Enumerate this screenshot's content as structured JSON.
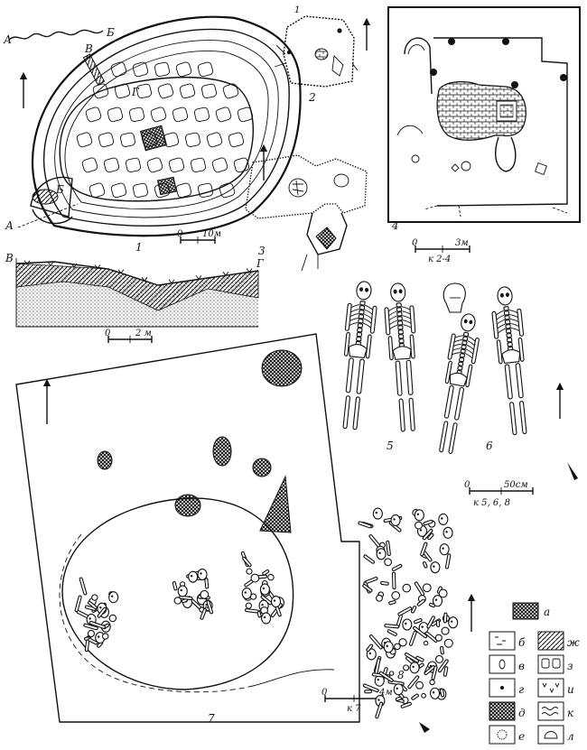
{
  "figures": {
    "fig1": {
      "number": "1",
      "scale_label": "10м",
      "scale_zero": "0",
      "section_marks": [
        "А",
        "Б",
        "В",
        "Г"
      ]
    },
    "section": {
      "marks": [
        "В",
        "Г"
      ],
      "scale_zero": "0",
      "scale_label": "2 м"
    },
    "fig2": {
      "number": "2",
      "marks": [
        "1"
      ]
    },
    "fig3": {
      "number": "3"
    },
    "fig4": {
      "number": "4",
      "scale_zero": "0",
      "scale_label": "3м",
      "scale_note": "к 2-4"
    },
    "fig5": {
      "number": "5"
    },
    "fig6": {
      "number": "6",
      "scale_zero": "0",
      "scale_label": "50см",
      "scale_note": "к 5, 6, 8"
    },
    "fig7": {
      "number": "7",
      "scale_zero": "0",
      "scale_label": "4м",
      "scale_note": "к 7"
    },
    "fig8": {
      "number": "8"
    }
  },
  "legend": {
    "left": [
      "а",
      "б",
      "в",
      "г",
      "д",
      "е"
    ],
    "right": [
      "ж",
      "з",
      "и",
      "к",
      "л"
    ]
  },
  "colors": {
    "ink": "#111111",
    "paper": "#ffffff"
  }
}
